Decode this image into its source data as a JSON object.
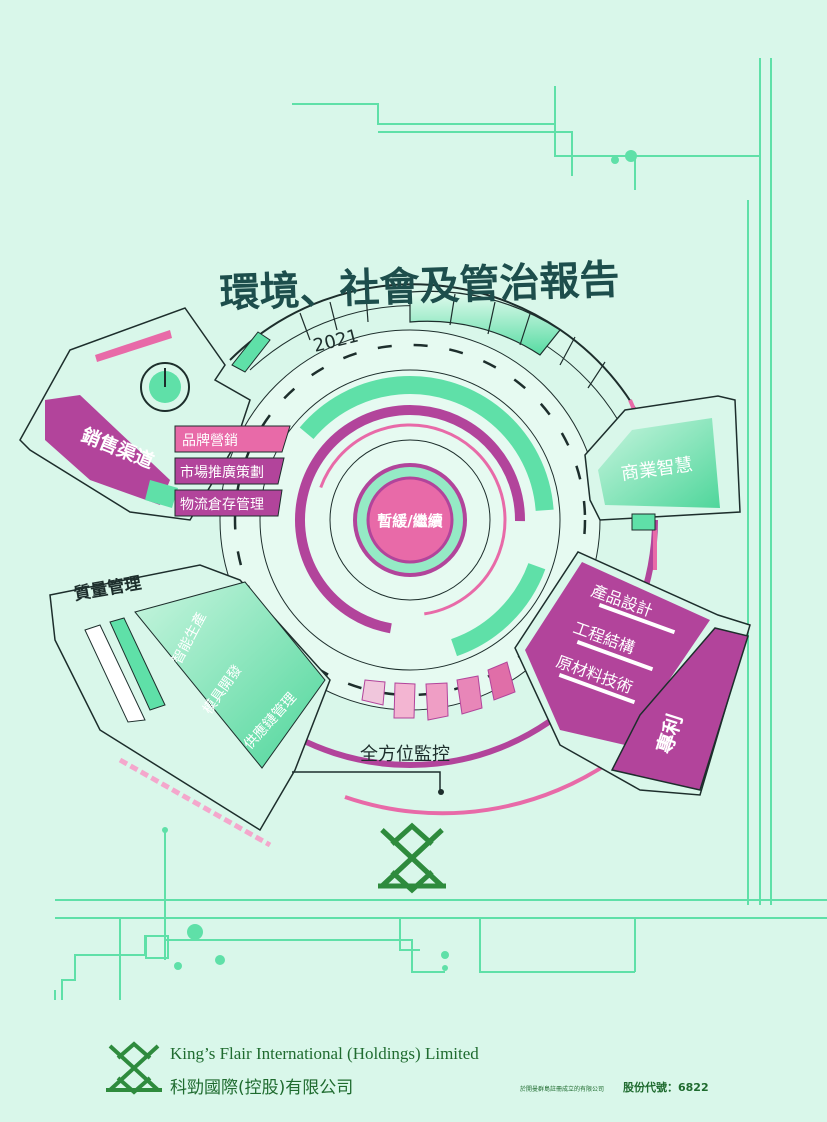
{
  "report_title": "環境、社會及管治報告",
  "year": "2021",
  "center_label": "暫緩/繼續",
  "sales": {
    "title": "銷售渠道",
    "items": [
      "品牌營銷",
      "市場推廣策劃",
      "物流倉存管理"
    ]
  },
  "business_intelligence": "商業智慧",
  "quality": {
    "title": "質量管理",
    "items": [
      "智能生產",
      "模具開發",
      "供應鏈管理"
    ]
  },
  "patent": {
    "title": "專利",
    "items": [
      "產品設計",
      "工程結構",
      "原材料技術"
    ]
  },
  "monitoring": "全方位監控",
  "company": {
    "name_en": "King’s Flair International (Holdings) Limited",
    "name_zh": "科勁國際(控股)有限公司",
    "incorporation_note": "於開曼群島註冊成立的有限公司",
    "stock_code": "股份代號：6822"
  },
  "colors": {
    "background": "#d9f7ea",
    "mint": "#5fe0a8",
    "magenta": "#b2449b",
    "pink": "#e86aa8",
    "dark_green": "#1f6b2f"
  }
}
